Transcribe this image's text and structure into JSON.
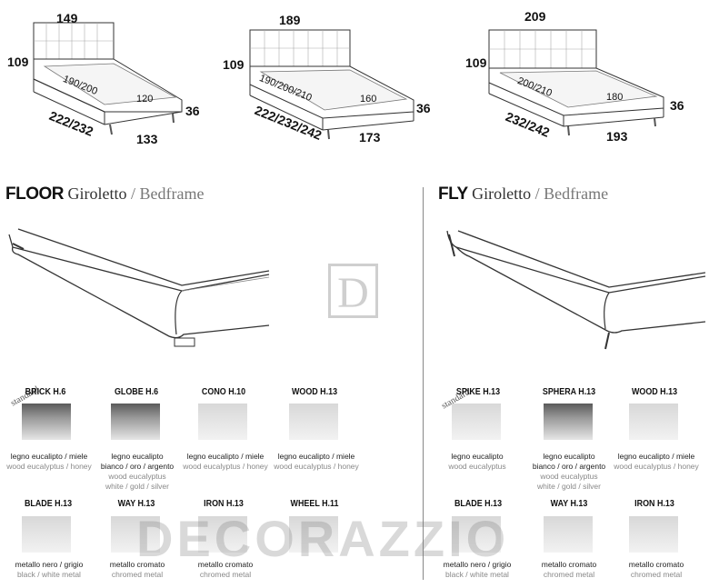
{
  "beds": [
    {
      "width_top": "149",
      "height": "109",
      "length": "222/232",
      "mattress_len": "190/200",
      "mattress_w": "120",
      "depth_h": "36",
      "base_w": "133"
    },
    {
      "width_top": "189",
      "height": "109",
      "length": "222/232/242",
      "mattress_len": "190/200/210",
      "mattress_w": "160",
      "depth_h": "36",
      "base_w": "173"
    },
    {
      "width_top": "209",
      "height": "109",
      "length": "232/242",
      "mattress_len": "200/210",
      "mattress_w": "180",
      "depth_h": "36",
      "base_w": "193"
    }
  ],
  "sections": {
    "floor": {
      "brand": "FLOOR",
      "it": "Giroletto",
      "slash": "/",
      "en": "Bedframe"
    },
    "fly": {
      "brand": "FLY",
      "it": "Giroletto",
      "slash": "/",
      "en": "Bedframe"
    }
  },
  "standard_label": "standard",
  "floor_feet": [
    {
      "name": "BRICK H.6",
      "l1": "legno eucalipto / miele",
      "l2": "wood eucalyptus / honey"
    },
    {
      "name": "GLOBE H.6",
      "l1": "legno eucalipto",
      "l1b": "bianco / oro / argento",
      "l2": "wood eucalyptus",
      "l2b": "white / gold / silver"
    },
    {
      "name": "CONO H.10",
      "l1": "legno eucalipto / miele",
      "l2": "wood eucalyptus / honey"
    },
    {
      "name": "WOOD H.13",
      "l1": "legno eucalipto / miele",
      "l2": "wood eucalyptus / honey"
    },
    {
      "name": "BLADE H.13",
      "l1": "metallo nero / grigio",
      "l2": "black / white metal"
    },
    {
      "name": "WAY H.13",
      "l1": "metallo cromato",
      "l2": "chromed metal"
    },
    {
      "name": "IRON H.13",
      "l1": "metallo cromato",
      "l2": "chromed metal"
    },
    {
      "name": "WHEEL H.11",
      "l1": "",
      "l2": ""
    }
  ],
  "fly_feet": [
    {
      "name": "SPIKE H.13",
      "l1": "legno eucalipto",
      "l2": "wood eucalyptus"
    },
    {
      "name": "SPHERA H.13",
      "l1": "legno eucalipto",
      "l1b": "bianco / oro / argento",
      "l2": "wood eucalyptus",
      "l2b": "white / gold / silver"
    },
    {
      "name": "WOOD H.13",
      "l1": "legno eucalipto / miele",
      "l2": "wood eucalyptus / honey"
    },
    {
      "name": "BLADE H.13",
      "l1": "metallo nero / grigio",
      "l2": "black / white metal"
    },
    {
      "name": "WAY H.13",
      "l1": "metallo cromato",
      "l2": "chromed metal"
    },
    {
      "name": "IRON H.13",
      "l1": "metallo cromato",
      "l2": "chromed metal"
    }
  ],
  "watermark": "DECORAZZIO",
  "logo_letter": "D"
}
